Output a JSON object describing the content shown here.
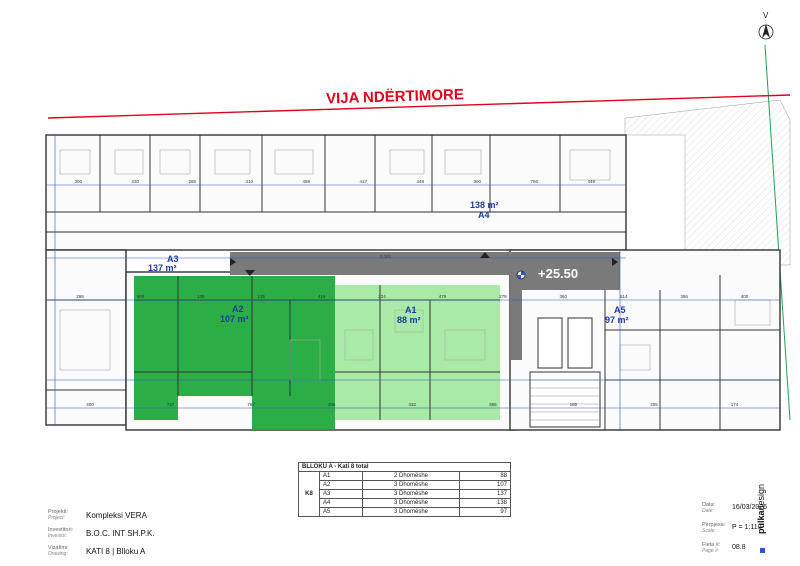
{
  "header": {
    "boundary_label": "VIJA NDËRTIMORE",
    "elevation": "+25.50",
    "north_label": "V"
  },
  "units": [
    {
      "id": "A1",
      "area": "88 m²",
      "fill": "#8ee58a"
    },
    {
      "id": "A2",
      "area": "107 m²",
      "fill": "#0fa32d"
    },
    {
      "id": "A3",
      "area": "137 m²",
      "fill": "none"
    },
    {
      "id": "A4",
      "area": "138 m²",
      "fill": "none"
    },
    {
      "id": "A5",
      "area": "97 m²",
      "fill": "none"
    }
  ],
  "dimensions": {
    "top": [
      "300",
      "230",
      "265",
      "410",
      "468",
      "417",
      "448",
      "300",
      "796",
      "448"
    ],
    "mid": [
      "298",
      "689",
      "135",
      "135",
      "419",
      "324",
      "479",
      "279",
      "360",
      "514",
      "356",
      "400"
    ],
    "lower": [
      "400",
      "727",
      "767",
      "295",
      "432",
      "385",
      "180",
      "205",
      "174"
    ],
    "corridor": "2,161"
  },
  "summary": {
    "title": "BLLOKU A - Kati 8 total",
    "floor": "K8",
    "rows": [
      {
        "unit": "A1",
        "type": "2 Dhomëshe",
        "area": "88"
      },
      {
        "unit": "A2",
        "type": "3 Dhomëshe",
        "area": "107"
      },
      {
        "unit": "A3",
        "type": "3 Dhomëshe",
        "area": "137"
      },
      {
        "unit": "A4",
        "type": "3 Dhomëshe",
        "area": "138"
      },
      {
        "unit": "A5",
        "type": "3 Dhomëshe",
        "area": "97"
      }
    ]
  },
  "title_block": {
    "project_label": "Projekti:",
    "project_label_en": "Project:",
    "project": "Kompleksi VERA",
    "investor_label": "Investitori:",
    "investor_label_en": "Investor:",
    "investor": "B.O.C. INT SH.P.K.",
    "drawing_label": "Vizatimi:",
    "drawing_label_en": "Drawing:",
    "drawing": "KATI 8 | Blloku A",
    "date_label": "Data:",
    "date_label_en": "Date:",
    "date": "16/03/2026",
    "scale_label": "Përpjesa:",
    "scale_label_en": "Scale:",
    "scale": "P = 1:110",
    "page_label": "Fleta #:",
    "page_label_en": "Page #:",
    "page": "08.8"
  },
  "brand": {
    "bold": "pulka",
    "light": "design"
  },
  "colors": {
    "boundary": "#e3001b",
    "property_line": "#1aa35a",
    "corridor": "#7a7a7a",
    "wall": "#333333",
    "dimension": "#2b55c9"
  }
}
